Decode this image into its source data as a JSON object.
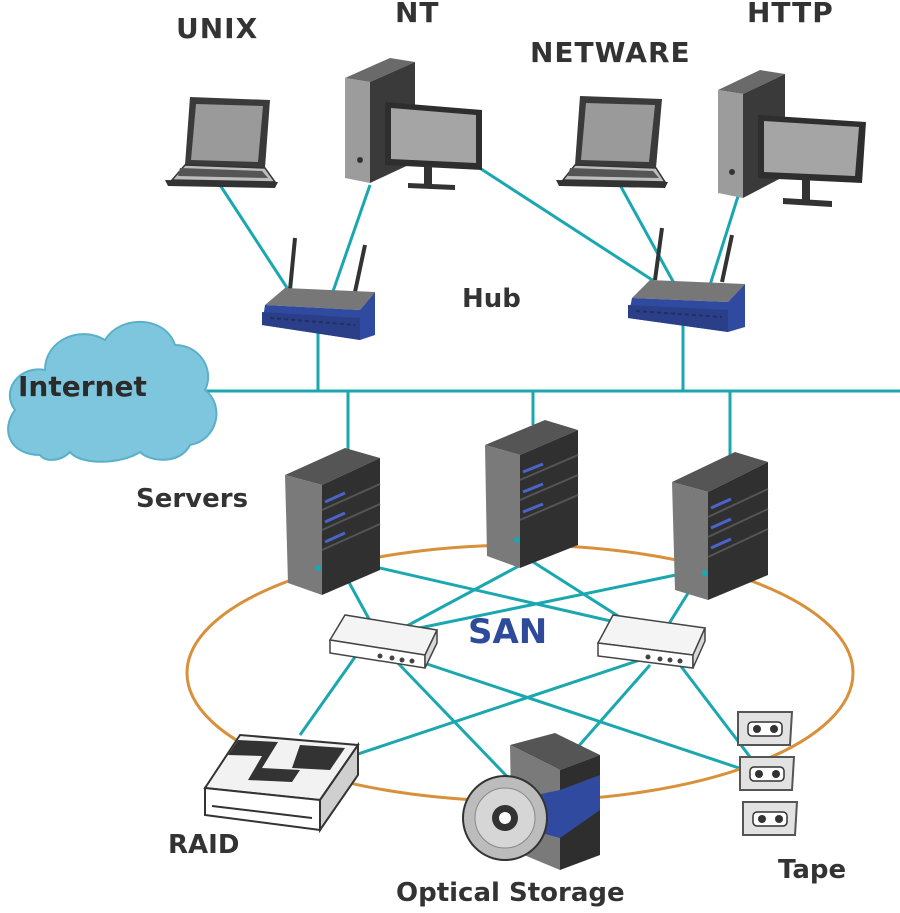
{
  "labels": {
    "unix": "UNIX",
    "nt": "NT",
    "netware": "NETWARE",
    "http": "HTTP",
    "hub": "Hub",
    "internet": "Internet",
    "servers": "Servers",
    "san": "SAN",
    "raid": "RAID",
    "optical_storage": "Optical Storage",
    "tape": "Tape"
  },
  "colors": {
    "link": "#1aa7b0",
    "san_ring": "#d9903a",
    "cloud": "#7ec6dd",
    "san_text": "#2e4a9a",
    "hub_blue": "#2f4a9e",
    "device_dark": "#3b3b3b"
  }
}
